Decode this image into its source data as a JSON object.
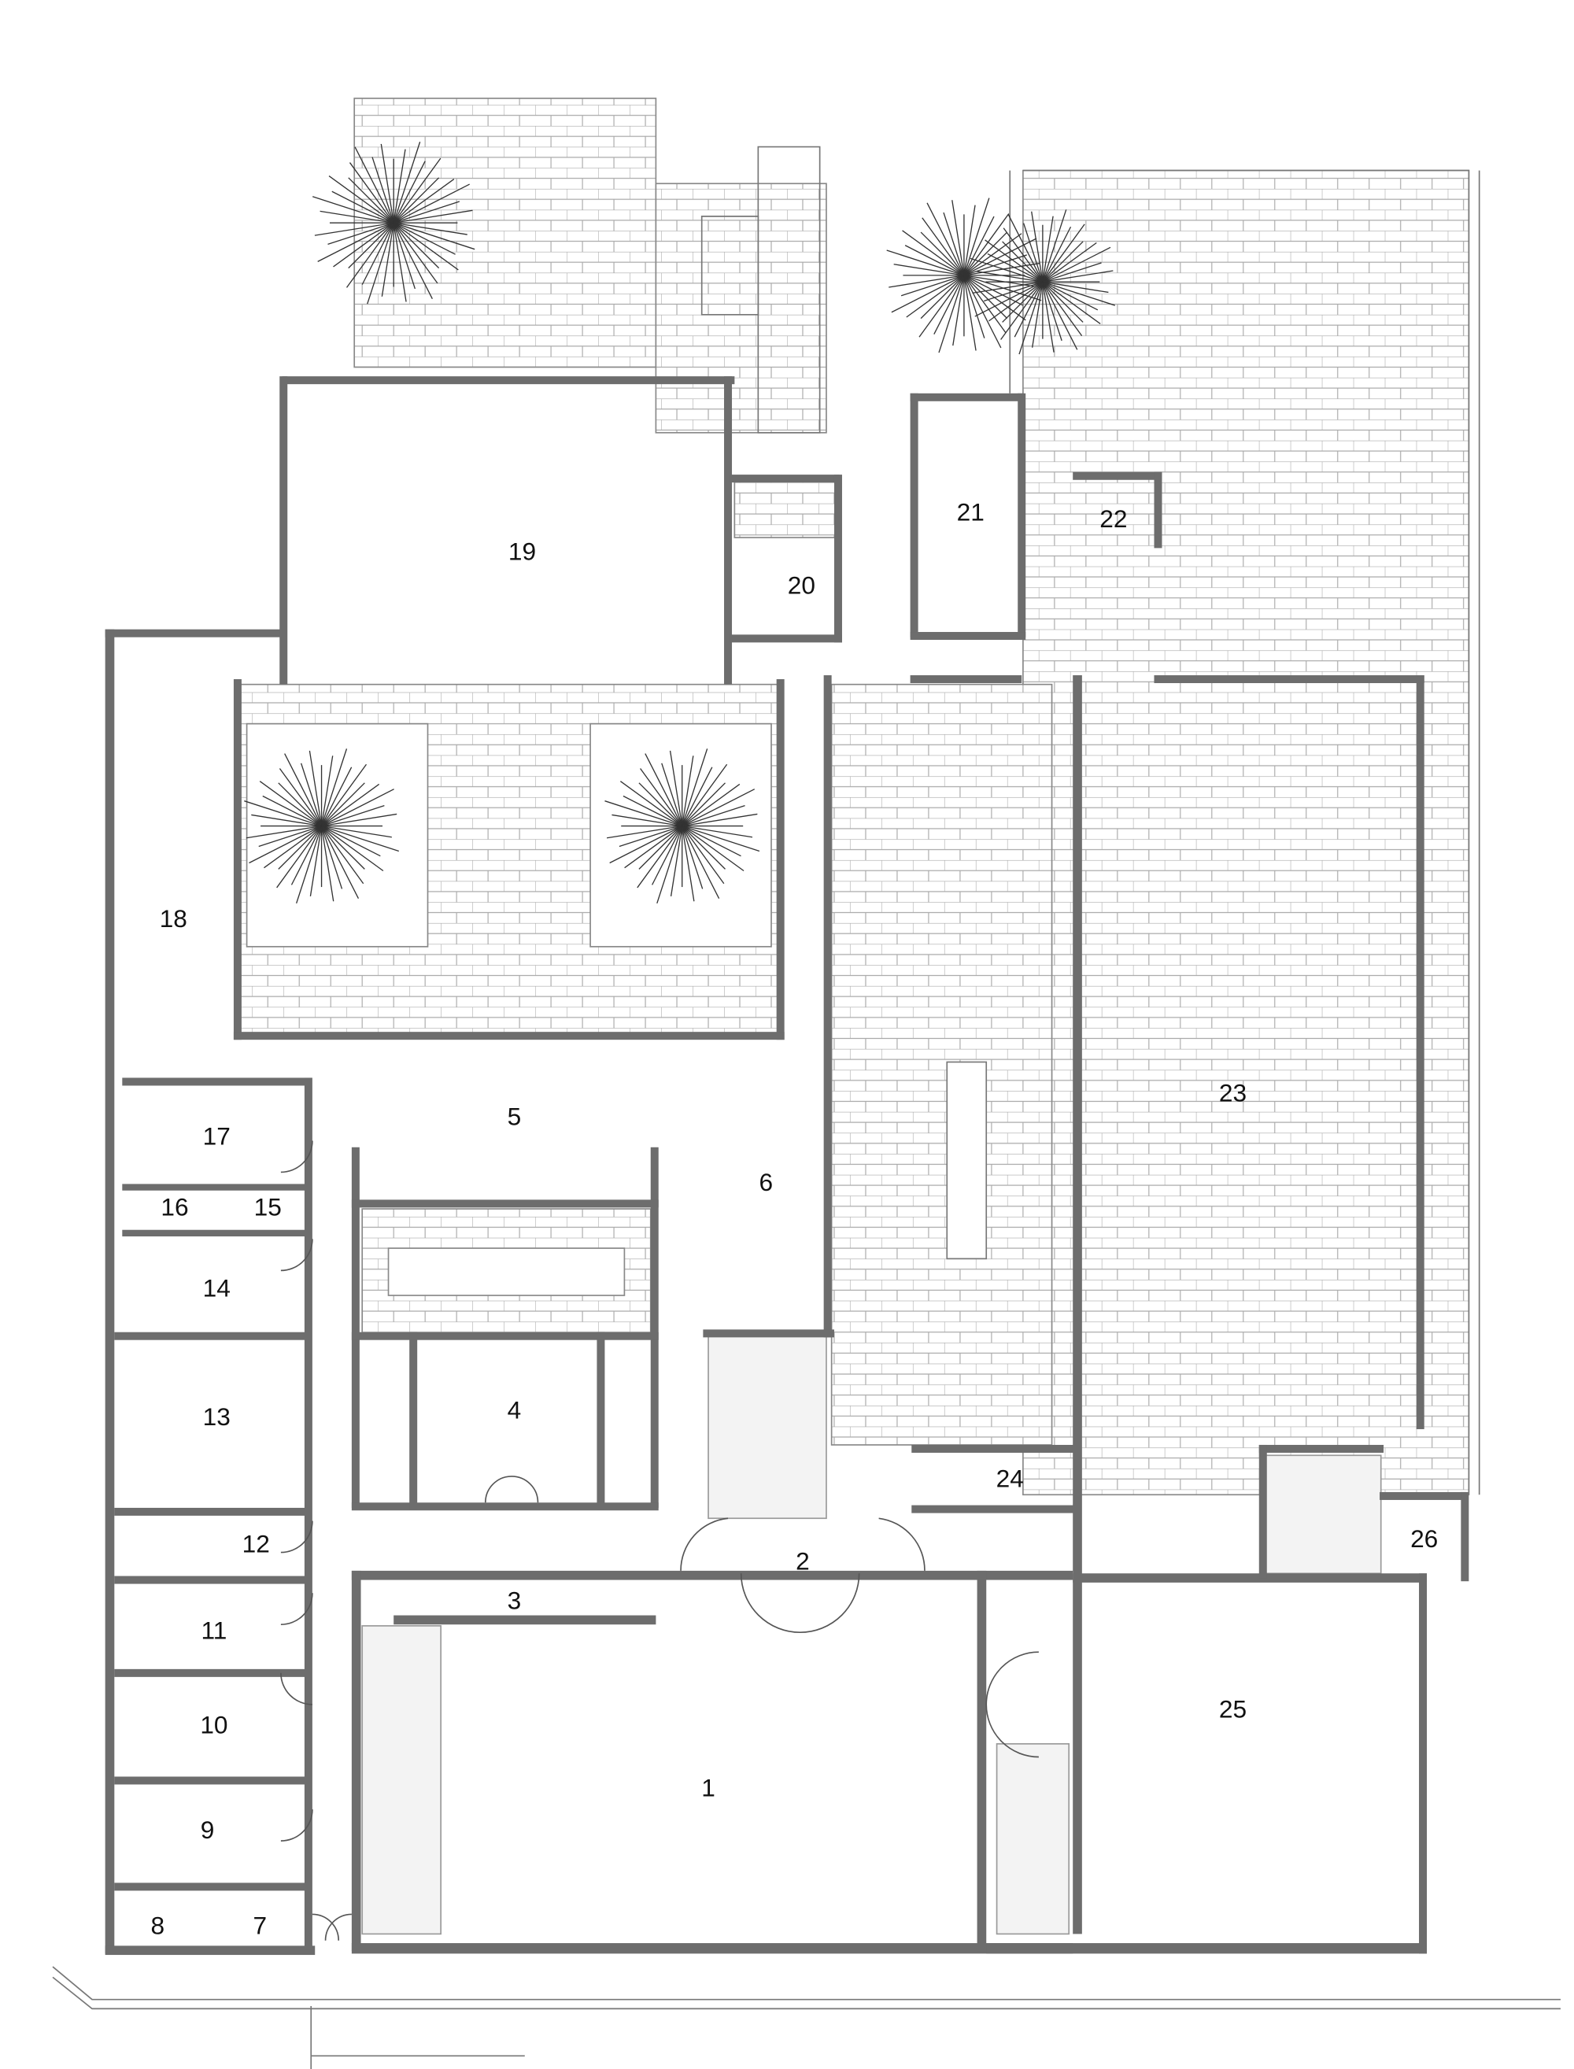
{
  "plan": {
    "rooms": [
      {
        "label": "1"
      },
      {
        "label": "2"
      },
      {
        "label": "3"
      },
      {
        "label": "4"
      },
      {
        "label": "5"
      },
      {
        "label": "6"
      },
      {
        "label": "7"
      },
      {
        "label": "8"
      },
      {
        "label": "9"
      },
      {
        "label": "10"
      },
      {
        "label": "11"
      },
      {
        "label": "12"
      },
      {
        "label": "13"
      },
      {
        "label": "14"
      },
      {
        "label": "15"
      },
      {
        "label": "16"
      },
      {
        "label": "17"
      },
      {
        "label": "18"
      },
      {
        "label": "19"
      },
      {
        "label": "20"
      },
      {
        "label": "21"
      },
      {
        "label": "22"
      },
      {
        "label": "23"
      },
      {
        "label": "24"
      },
      {
        "label": "25"
      },
      {
        "label": "26"
      }
    ],
    "colors": {
      "wall": "#6d6d6d",
      "paving": "#999999",
      "background": "#ffffff"
    }
  }
}
